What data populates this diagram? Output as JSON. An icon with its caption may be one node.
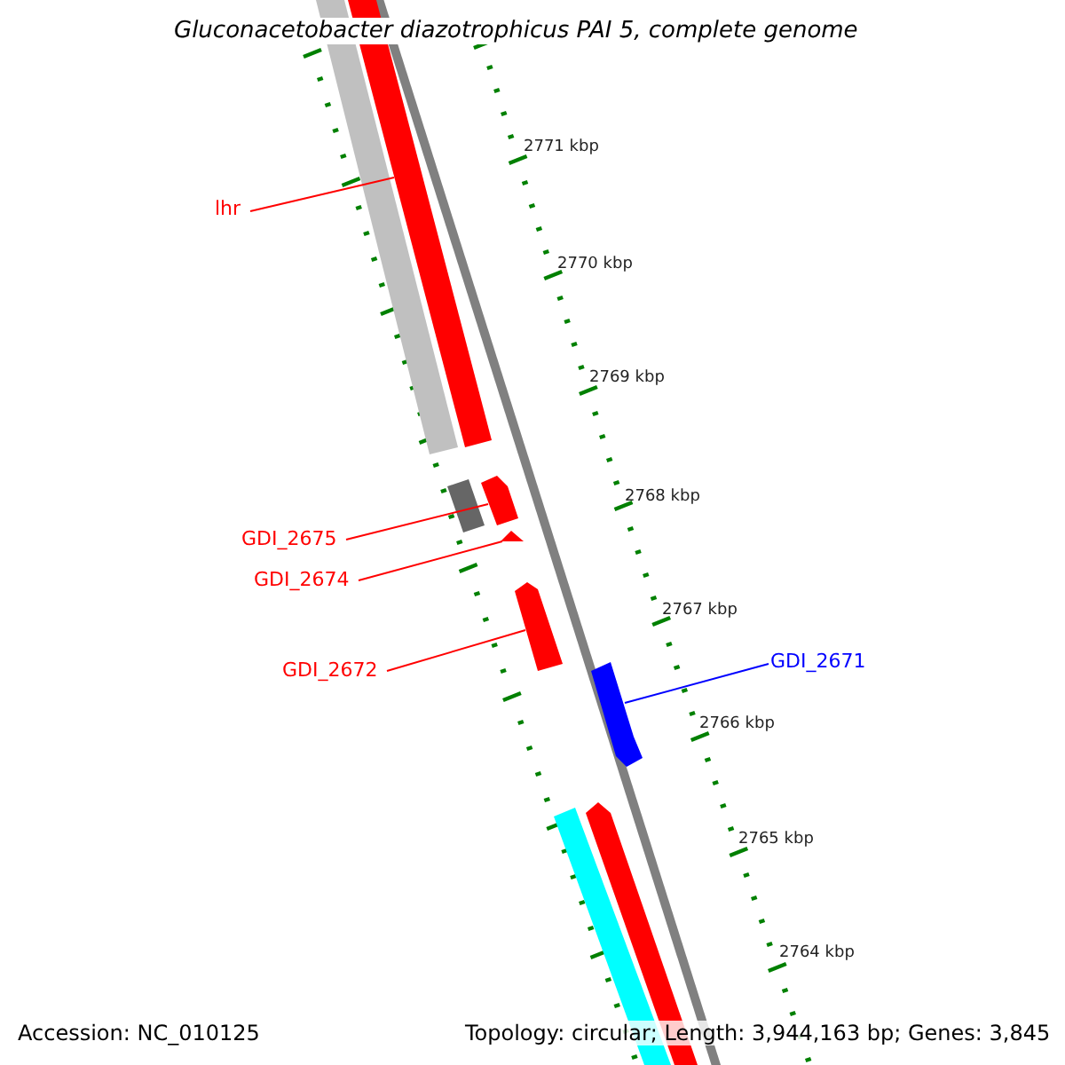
{
  "diagram": {
    "title": "Gluconacetobacter diazotrophicus PAI 5, complete genome",
    "nodes": [
      {
        "text": [
          "lhr"
        ]
      },
      {
        "text": [],
        "shape": "bar"
      },
      {
        "text": [
          "GDI_2675"
        ]
      },
      {
        "text": [],
        "shape": "bar"
      },
      {
        "text": [
          "GDI_2674"
        ]
      },
      {
        "text": [],
        "shape": "bar"
      },
      {
        "text": [
          "GDI_2672"
        ]
      },
      {
        "text": [],
        "shape": "bar"
      },
      {
        "text": [
          "GDI_2671"
        ]
      },
      {
        "text": [],
        "shape": "bar"
      }
    ],
    "edges": [
      {
        "from": 0,
        "to": 1,
        "arrow": "none"
      },
      {
        "from": 2,
        "to": 3,
        "arrow": "none"
      },
      {
        "from": 4,
        "to": 5,
        "arrow": "none"
      },
      {
        "from": 6,
        "to": 7,
        "arrow": "none"
      },
      {
        "from": 8,
        "to": 9,
        "arrow": "none",
        "color": "#0000ff"
      }
    ],
    "labels": [
      "2771 kbp",
      "2770 kbp",
      "2769 kbp",
      "2768 kbp",
      "2767 kbp",
      "2766 kbp",
      "2765 kbp",
      "2764 kbp",
      "Accession: NC_010125",
      "Topology: circular; Length: 3,944,163 bp; Genes: 3,845"
    ]
  }
}
